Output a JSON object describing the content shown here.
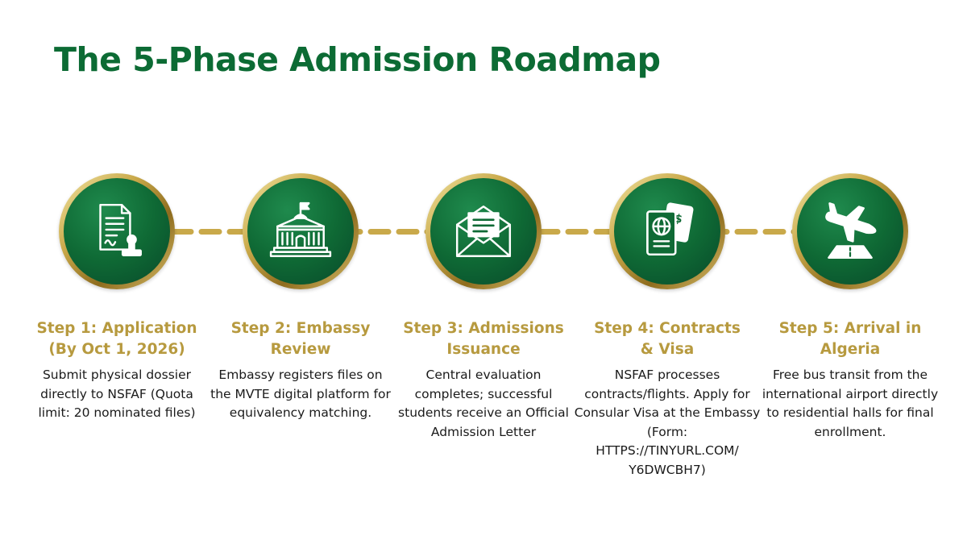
{
  "title": "The 5-Phase Admission Roadmap",
  "colors": {
    "title": "#0c6b34",
    "step_title": "#b79a3f",
    "circle_green": "#0f6a35",
    "gold": "#c9a94a"
  },
  "steps": [
    {
      "title_line1": "Step 1: Application",
      "title_line2": "(By Oct 1, 2026)",
      "description": "Submit physical dossier directly to NSFAF (Quota limit: 20 nominated files)",
      "icon": "document-stamp-icon"
    },
    {
      "title_line1": "Step 2: Embassy",
      "title_line2": "Review",
      "description": "Embassy registers files on the MVTE digital platform for equivalency matching.",
      "icon": "embassy-building-icon"
    },
    {
      "title_line1": "Step 3: Admissions",
      "title_line2": "Issuance",
      "description": "Central evaluation completes; successful students receive an Official Admission Letter",
      "icon": "envelope-letter-icon"
    },
    {
      "title_line1": "Step 4: Contracts",
      "title_line2": "& Visa",
      "description": "NSFAF processes contracts/flights. Apply for Consular Visa at the Embassy (Form: HTTPS://TINYURL.COM/ Y6DWCBH7)",
      "icon": "passport-icon"
    },
    {
      "title_line1": "Step 5: Arrival in",
      "title_line2": "Algeria",
      "description": "Free bus transit from the international airport directly to residential halls for final enrollment.",
      "icon": "airplane-landing-icon"
    }
  ]
}
